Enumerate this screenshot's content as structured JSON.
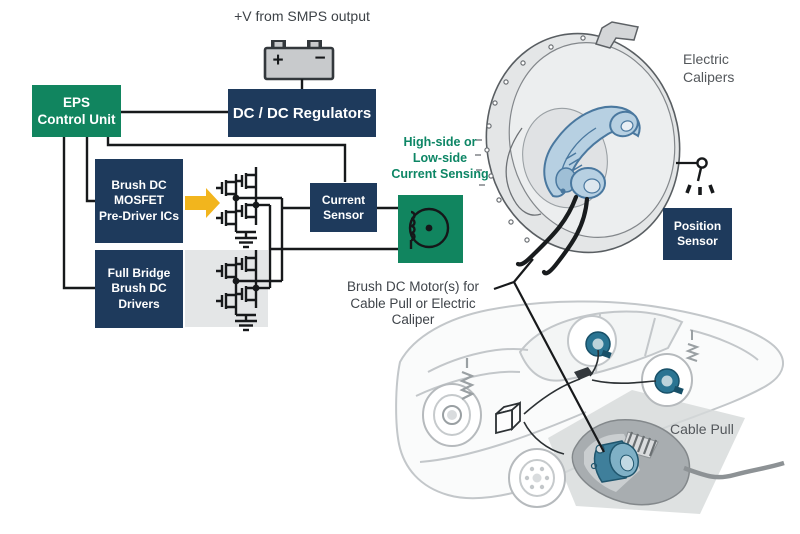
{
  "labels": {
    "smps_output": "+V from SMPS output",
    "eps_control_unit": [
      "EPS",
      "Control Unit"
    ],
    "dc_dc_regulators": "DC / DC Regulators",
    "pre_driver": [
      "Brush DC",
      "MOSFET",
      "Pre-Driver ICs"
    ],
    "full_bridge": [
      "Full Bridge",
      "Brush DC",
      "Drivers"
    ],
    "current_sensor": [
      "Current",
      "Sensor"
    ],
    "current_sensing": [
      "High-side or",
      "Low-side",
      "Current Sensing"
    ],
    "motor_caption": [
      "Brush DC Motor(s) for",
      "Cable Pull or Electric Caliper"
    ],
    "electric_calipers": [
      "Electric",
      "Calipers"
    ],
    "position_sensor": [
      "Position",
      "Sensor"
    ],
    "cable_pull": "Cable Pull",
    "battery": {
      "plus": "+",
      "minus": "−"
    }
  },
  "colors": {
    "box_green": "#11855F",
    "box_navy": "#1E3A5C",
    "wire_black": "#17191B",
    "arrow_yellow": "#F2B51D",
    "sensing_text_teal": "#0D8665",
    "caption_gray": "#53575B",
    "caption_dark": "#3F444A",
    "panel_gray": "#E4E6E7",
    "caliper_blue": "#B7D0E2",
    "caliper_blue_stroke": "#4A789F",
    "brake_teal": "#2A7492",
    "car_gray": "#C3C7CA"
  },
  "icons": {
    "battery-icon": "car battery with + and − terminals",
    "mosfet-bridge-icon": "half-bridge of four MOSFETs",
    "ground-icon": "earth ground symbol",
    "motor-icon": "brushed DC motor (circle, brush dot, coil)",
    "position-sensor-icon": "pivot sensor with wiper ticks",
    "yellow-arrow-icon": "right-pointing block arrow"
  }
}
